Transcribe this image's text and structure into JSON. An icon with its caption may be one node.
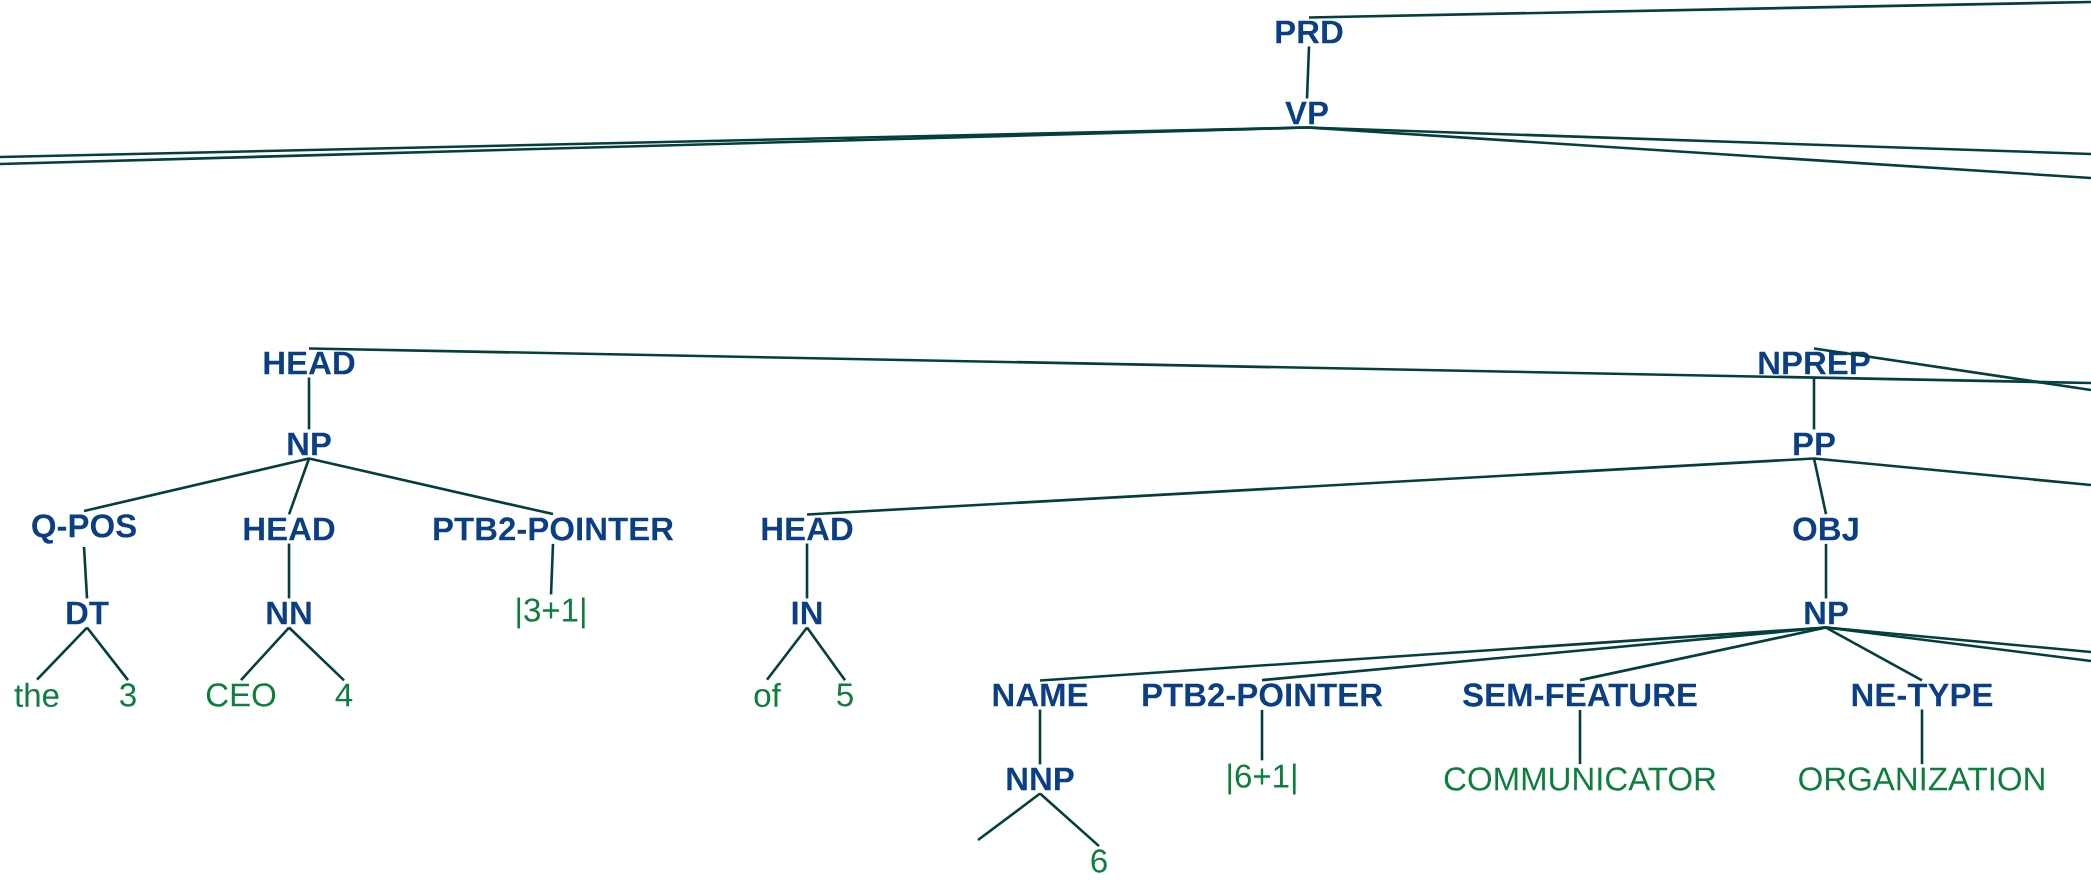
{
  "diagram": {
    "nodes": [
      {
        "text": [
          "PRD"
        ]
      },
      {
        "text": [
          "VP"
        ]
      },
      {
        "text": [
          "HEAD"
        ]
      },
      {
        "text": [
          "NP"
        ]
      },
      {
        "text": [
          "Q-POS"
        ]
      },
      {
        "text": [
          "DT"
        ]
      },
      {
        "text": [
          "the"
        ]
      },
      {
        "text": [
          "3"
        ]
      },
      {
        "text": [
          "HEAD"
        ]
      },
      {
        "text": [
          "NN"
        ]
      },
      {
        "text": [
          "CEO"
        ]
      },
      {
        "text": [
          "4"
        ]
      },
      {
        "text": [
          "PTB2-POINTER"
        ]
      },
      {
        "text": [
          "|3+1|"
        ]
      },
      {
        "text": [
          "HEAD"
        ]
      },
      {
        "text": [
          "IN"
        ]
      },
      {
        "text": [
          "of"
        ]
      },
      {
        "text": [
          "5"
        ]
      },
      {
        "text": [
          "NPREP"
        ]
      },
      {
        "text": [
          "PP"
        ]
      },
      {
        "text": [
          "OBJ"
        ]
      },
      {
        "text": [
          "NP"
        ]
      },
      {
        "text": [
          "NAME"
        ]
      },
      {
        "text": [
          "NNP"
        ]
      },
      {
        "text": [
          "6"
        ]
      },
      {
        "text": [
          "PTB2-POINTER"
        ]
      },
      {
        "text": [
          "|6+1|"
        ]
      },
      {
        "text": [
          "SEM-FEATURE"
        ]
      },
      {
        "text": [
          "COMMUNICATOR"
        ]
      },
      {
        "text": [
          "NE-TYPE"
        ]
      },
      {
        "text": [
          "ORGANIZATION"
        ]
      }
    ],
    "edges": [
      {
        "from": null,
        "to": 0,
        "arrow": "none"
      },
      {
        "from": 0,
        "to": 1,
        "arrow": "none"
      },
      {
        "from": 1,
        "to": null,
        "arrow": "none"
      },
      {
        "from": 1,
        "to": null,
        "arrow": "none"
      },
      {
        "from": 1,
        "to": null,
        "arrow": "none"
      },
      {
        "from": 1,
        "to": null,
        "arrow": "none"
      },
      {
        "from": null,
        "to": 2,
        "arrow": "none"
      },
      {
        "from": 2,
        "to": 3,
        "arrow": "none"
      },
      {
        "from": 3,
        "to": 4,
        "arrow": "none"
      },
      {
        "from": 3,
        "to": 8,
        "arrow": "none"
      },
      {
        "from": 3,
        "to": 12,
        "arrow": "none"
      },
      {
        "from": 4,
        "to": 5,
        "arrow": "none"
      },
      {
        "from": 5,
        "to": 6,
        "arrow": "none"
      },
      {
        "from": 5,
        "to": 7,
        "arrow": "none"
      },
      {
        "from": 8,
        "to": 9,
        "arrow": "none"
      },
      {
        "from": 9,
        "to": 10,
        "arrow": "none"
      },
      {
        "from": 9,
        "to": 11,
        "arrow": "none"
      },
      {
        "from": 12,
        "to": 13,
        "arrow": "none"
      },
      {
        "from": null,
        "to": 18,
        "arrow": "none"
      },
      {
        "from": 18,
        "to": 19,
        "arrow": "none"
      },
      {
        "from": 19,
        "to": 14,
        "arrow": "none"
      },
      {
        "from": 19,
        "to": 20,
        "arrow": "none"
      },
      {
        "from": 19,
        "to": null,
        "arrow": "none"
      },
      {
        "from": 14,
        "to": 15,
        "arrow": "none"
      },
      {
        "from": 15,
        "to": 16,
        "arrow": "none"
      },
      {
        "from": 15,
        "to": 17,
        "arrow": "none"
      },
      {
        "from": 20,
        "to": 21,
        "arrow": "none"
      },
      {
        "from": 21,
        "to": 22,
        "arrow": "none"
      },
      {
        "from": 21,
        "to": 25,
        "arrow": "none"
      },
      {
        "from": 21,
        "to": 27,
        "arrow": "none"
      },
      {
        "from": 21,
        "to": 29,
        "arrow": "none"
      },
      {
        "from": 21,
        "to": null,
        "arrow": "none"
      },
      {
        "from": 21,
        "to": null,
        "arrow": "none"
      },
      {
        "from": 22,
        "to": 23,
        "arrow": "none"
      },
      {
        "from": 23,
        "to": null,
        "arrow": "none"
      },
      {
        "from": 23,
        "to": 24,
        "arrow": "none"
      },
      {
        "from": 25,
        "to": 26,
        "arrow": "none"
      },
      {
        "from": 27,
        "to": 28,
        "arrow": "none"
      },
      {
        "from": 29,
        "to": 30,
        "arrow": "none"
      }
    ]
  }
}
